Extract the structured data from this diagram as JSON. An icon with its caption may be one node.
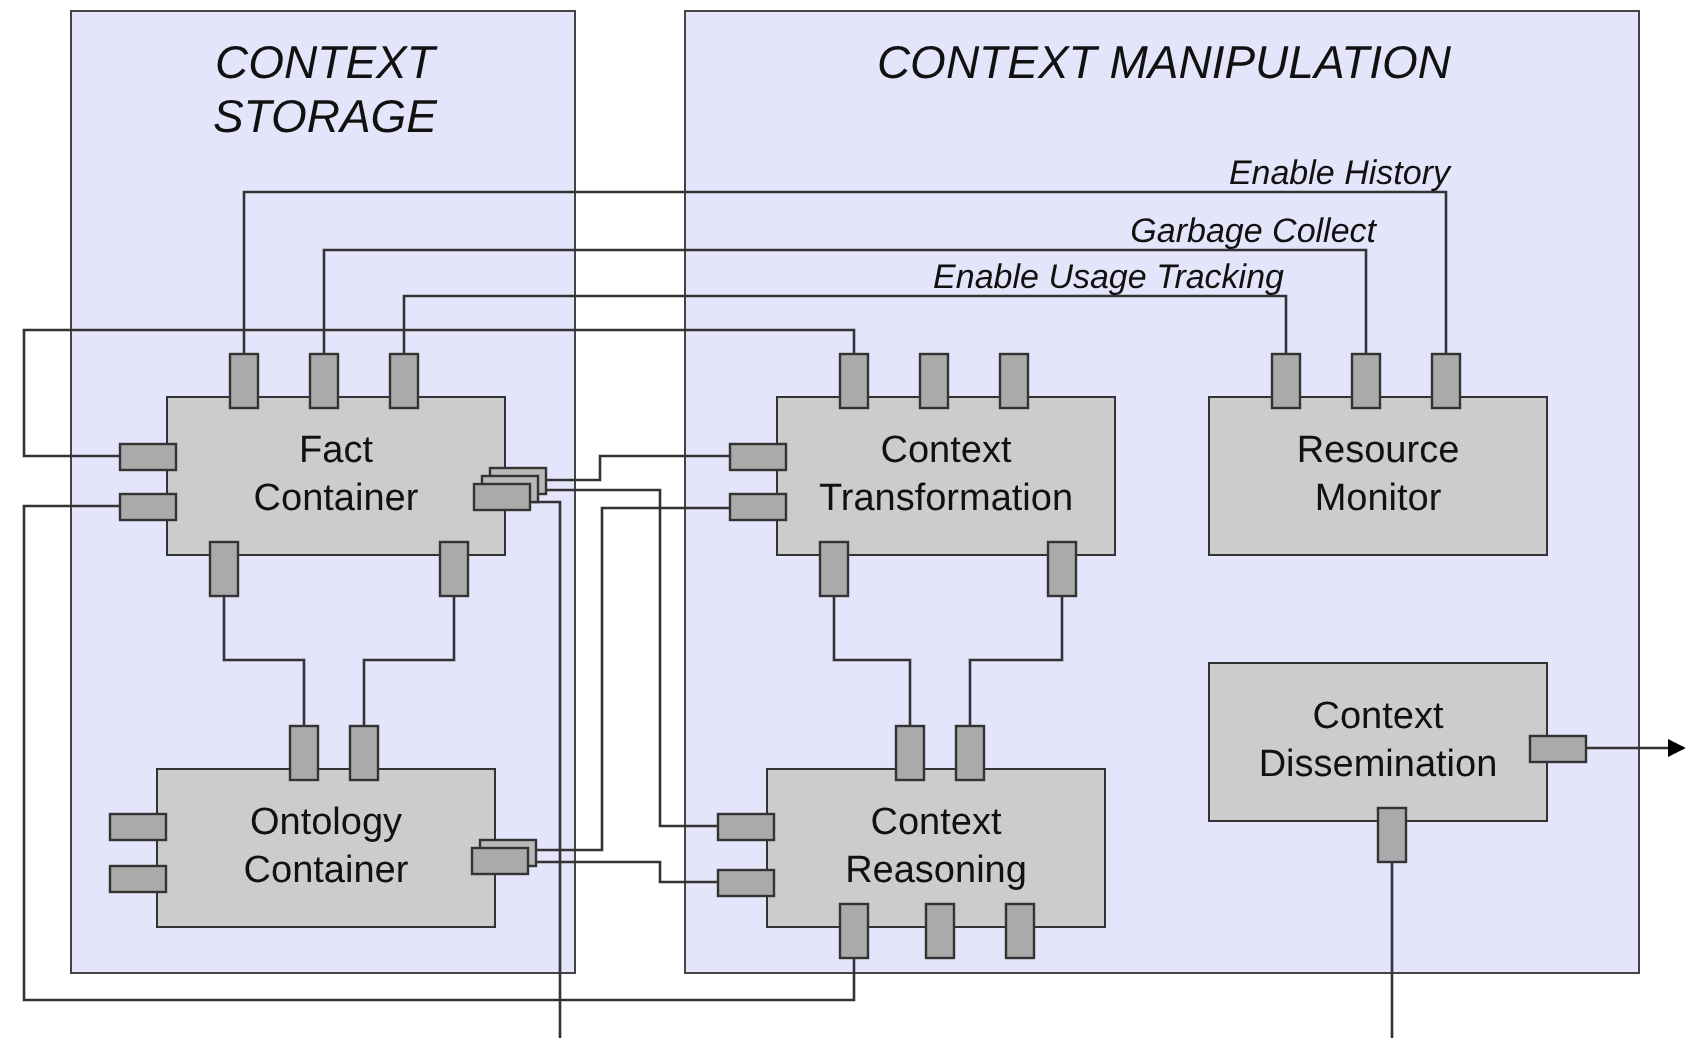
{
  "diagram": {
    "nodes": [
      {
        "text": [
          "CONTEXT STORAGE"
        ]
      },
      {
        "text": [
          "CONTEXT MANIPULATION"
        ]
      },
      {
        "text": [
          "Fact Container"
        ],
        "in": 0
      },
      {
        "text": [
          "Ontology Container"
        ],
        "in": 0
      },
      {
        "text": [
          "Context Transformation"
        ],
        "in": 1
      },
      {
        "text": [
          "Resource Monitor"
        ],
        "in": 1
      },
      {
        "text": [
          "Context Reasoning"
        ],
        "in": 1
      },
      {
        "text": [
          "Context Dissemination"
        ],
        "in": 1
      }
    ],
    "edges": [
      {
        "from": 2,
        "to": 5,
        "arrow": "none",
        "label": "Enable History"
      },
      {
        "from": 2,
        "to": 5,
        "arrow": "none",
        "label": "Garbage Collect"
      },
      {
        "from": 2,
        "to": 5,
        "arrow": "none",
        "label": "Enable Usage Tracking"
      },
      {
        "from": 2,
        "to": 4,
        "arrow": "none"
      },
      {
        "from": 2,
        "to": 6,
        "arrow": "none"
      },
      {
        "from": 2,
        "to": 3,
        "arrow": "none"
      },
      {
        "from": 2,
        "to": 3,
        "arrow": "none"
      },
      {
        "from": 4,
        "to": 6,
        "arrow": "none"
      },
      {
        "from": 4,
        "to": 6,
        "arrow": "none"
      },
      {
        "from": 2,
        "to": 4,
        "arrow": "none"
      },
      {
        "from": 2,
        "to": 6,
        "arrow": "none"
      },
      {
        "from": 2,
        "to": null,
        "arrow": "none"
      },
      {
        "from": 3,
        "to": 4,
        "arrow": "none"
      },
      {
        "from": 3,
        "to": 6,
        "arrow": "none"
      },
      {
        "from": 7,
        "to": null,
        "arrow": "to"
      },
      {
        "from": 7,
        "to": null,
        "arrow": "none"
      }
    ]
  }
}
